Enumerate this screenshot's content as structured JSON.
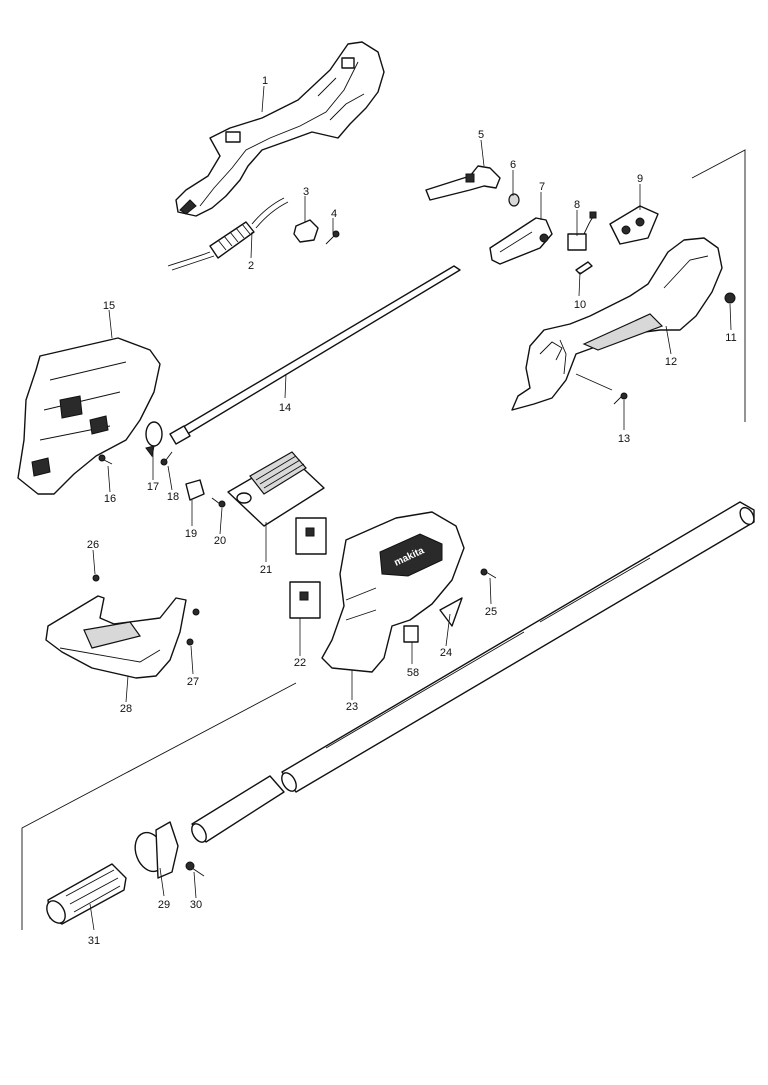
{
  "diagram": {
    "brand_text": "makita",
    "callouts": [
      {
        "id": "p1",
        "label": "1"
      },
      {
        "id": "p2",
        "label": "2"
      },
      {
        "id": "p3",
        "label": "3"
      },
      {
        "id": "p4",
        "label": "4"
      },
      {
        "id": "p5",
        "label": "5"
      },
      {
        "id": "p6",
        "label": "6"
      },
      {
        "id": "p7",
        "label": "7"
      },
      {
        "id": "p8",
        "label": "8"
      },
      {
        "id": "p9",
        "label": "9"
      },
      {
        "id": "p10",
        "label": "10"
      },
      {
        "id": "p11",
        "label": "11"
      },
      {
        "id": "p12",
        "label": "12"
      },
      {
        "id": "p13",
        "label": "13"
      },
      {
        "id": "p14",
        "label": "14"
      },
      {
        "id": "p15",
        "label": "15"
      },
      {
        "id": "p16",
        "label": "16"
      },
      {
        "id": "p17",
        "label": "17"
      },
      {
        "id": "p18",
        "label": "18"
      },
      {
        "id": "p19",
        "label": "19"
      },
      {
        "id": "p20",
        "label": "20"
      },
      {
        "id": "p21",
        "label": "21"
      },
      {
        "id": "p22",
        "label": "22"
      },
      {
        "id": "p23",
        "label": "23"
      },
      {
        "id": "p24",
        "label": "24"
      },
      {
        "id": "p25",
        "label": "25"
      },
      {
        "id": "p26",
        "label": "26"
      },
      {
        "id": "p27",
        "label": "27"
      },
      {
        "id": "p28",
        "label": "28"
      },
      {
        "id": "p29",
        "label": "29"
      },
      {
        "id": "p30",
        "label": "30"
      },
      {
        "id": "p31",
        "label": "31"
      },
      {
        "id": "p58",
        "label": "58"
      }
    ]
  }
}
